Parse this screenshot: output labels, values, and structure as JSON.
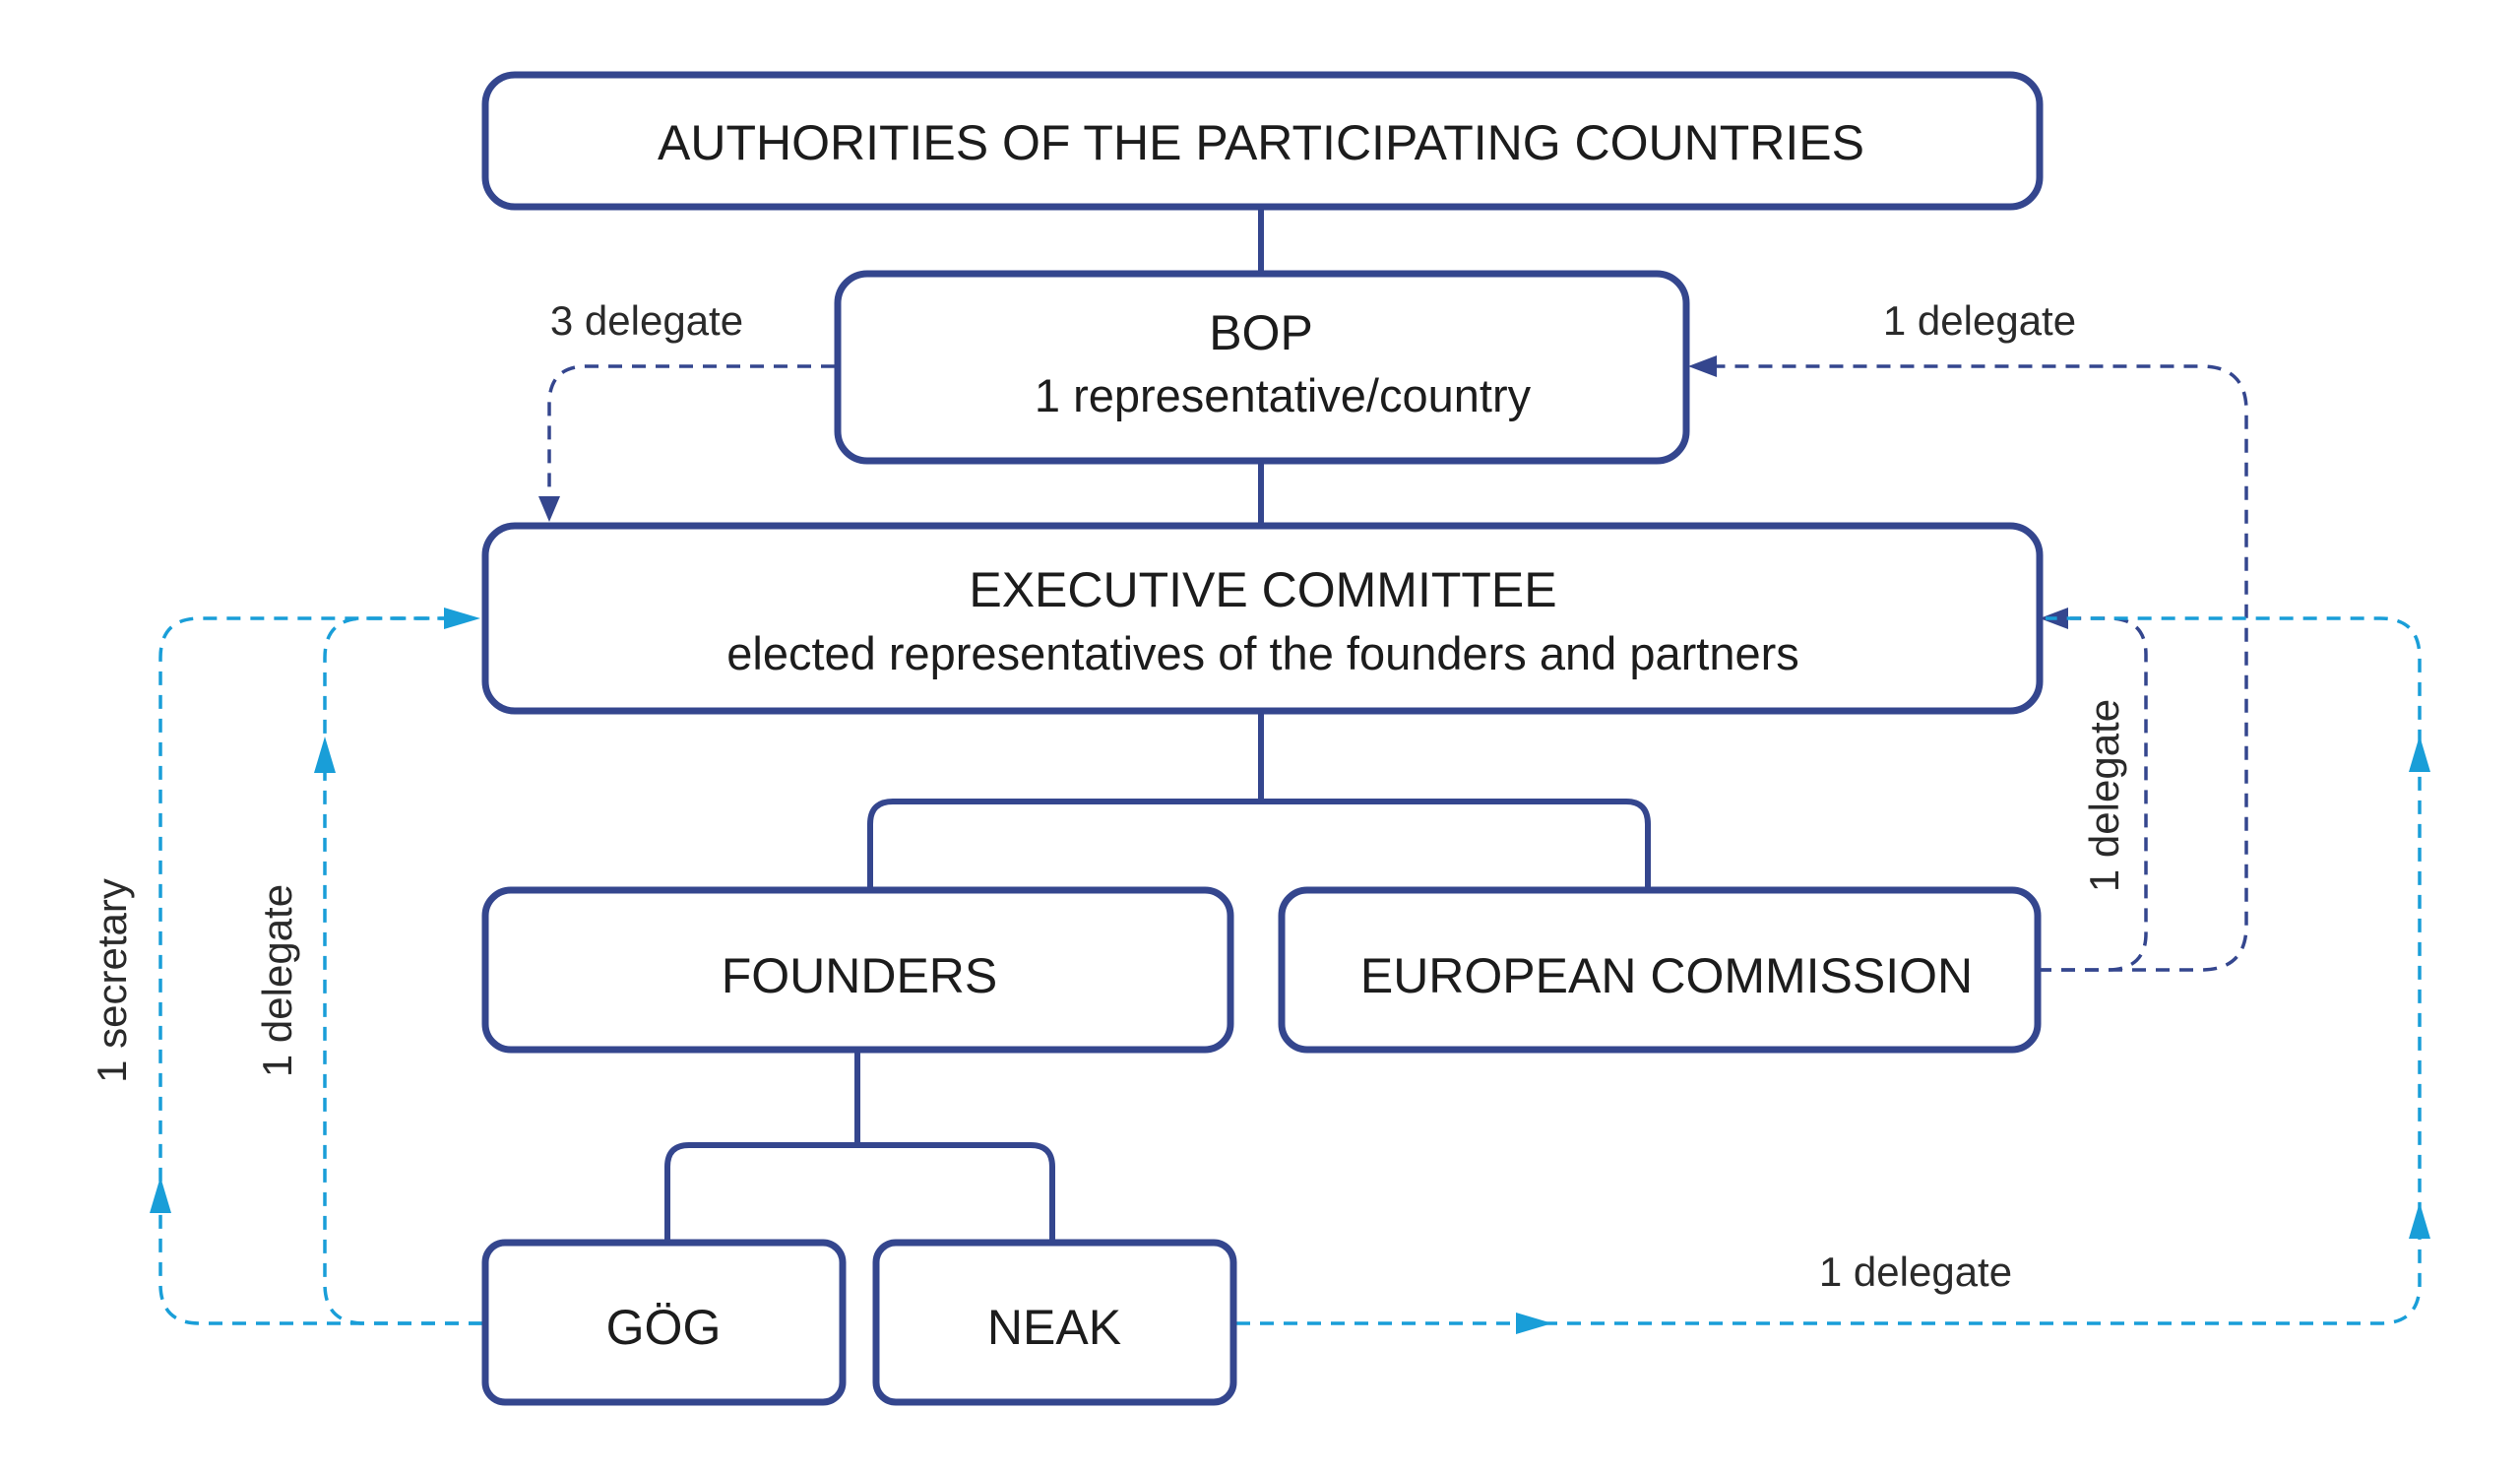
{
  "nodes": {
    "authorities": {
      "label": "AUTHORITIES OF THE PARTICIPATING COUNTRIES"
    },
    "bop": {
      "label": "BOP",
      "sublabel": "1 representative/country"
    },
    "executive": {
      "label": "EXECUTIVE COMMITTEE",
      "sublabel": "elected representatives of the founders and partners"
    },
    "founders": {
      "label": "FOUNDERS"
    },
    "european_commission": {
      "label": "EUROPEAN COMMISSION"
    },
    "gog": {
      "label": "GÖG"
    },
    "neak": {
      "label": "NEAK"
    }
  },
  "edge_labels": {
    "bop_to_exec": "3 delegate",
    "ec_to_bop": "1 delegate",
    "ec_to_exec": "1 delegate",
    "gog_secretary": "1 secretary",
    "gog_delegate": "1 delegate",
    "neak_delegate": "1 delegate"
  },
  "colors": {
    "box_stroke": "#34468e",
    "navy_dashed": "#34468e",
    "cyan_dashed": "#199ed8",
    "text": "#1c1c1c"
  }
}
